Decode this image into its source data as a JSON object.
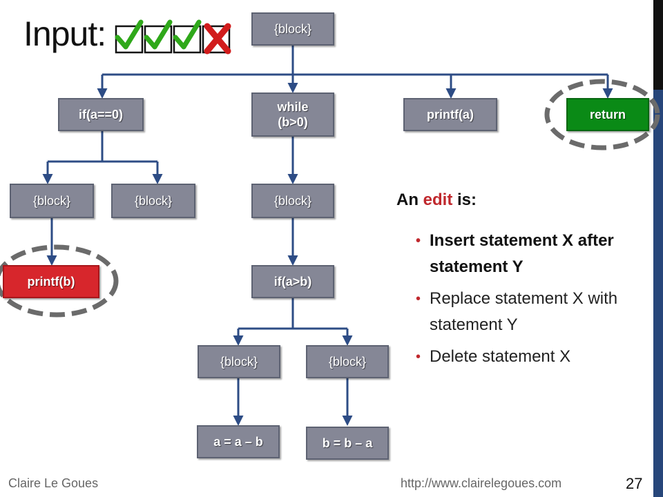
{
  "slide": {
    "title": "Input:",
    "status_icons": [
      "check-icon",
      "check-icon",
      "check-icon",
      "cross-icon"
    ],
    "colors": {
      "check": "#2fa81a",
      "cross": "#d11c1c",
      "node": "#858796",
      "highlight_red": "#d7262c",
      "highlight_green": "#0a8a16",
      "edge": "#2d4c85",
      "accent_red": "#c0282d"
    }
  },
  "tree": {
    "root": "{block}",
    "if_a0": "if(a==0)",
    "while_line1": "while",
    "while_line2": "(b>0)",
    "printf_a": "printf(a)",
    "ret": "return",
    "if_block1": "{block}",
    "if_block2": "{block}",
    "while_block": "{block}",
    "printf_b": "printf(b)",
    "if_ab": "if(a>b)",
    "ab_block1": "{block}",
    "ab_block2": "{block}",
    "assign_a": "a = a – b",
    "assign_b": "b = b – a"
  },
  "edit": {
    "heading_pre": "An ",
    "heading_accent": "edit",
    "heading_post": " is:",
    "rules": [
      "Insert statement X after statement Y",
      "Replace statement X with statement Y",
      "Delete statement X"
    ]
  },
  "footer": {
    "author": "Claire Le Goues",
    "url": "http://www.clairelegoues.com",
    "page": "27"
  }
}
